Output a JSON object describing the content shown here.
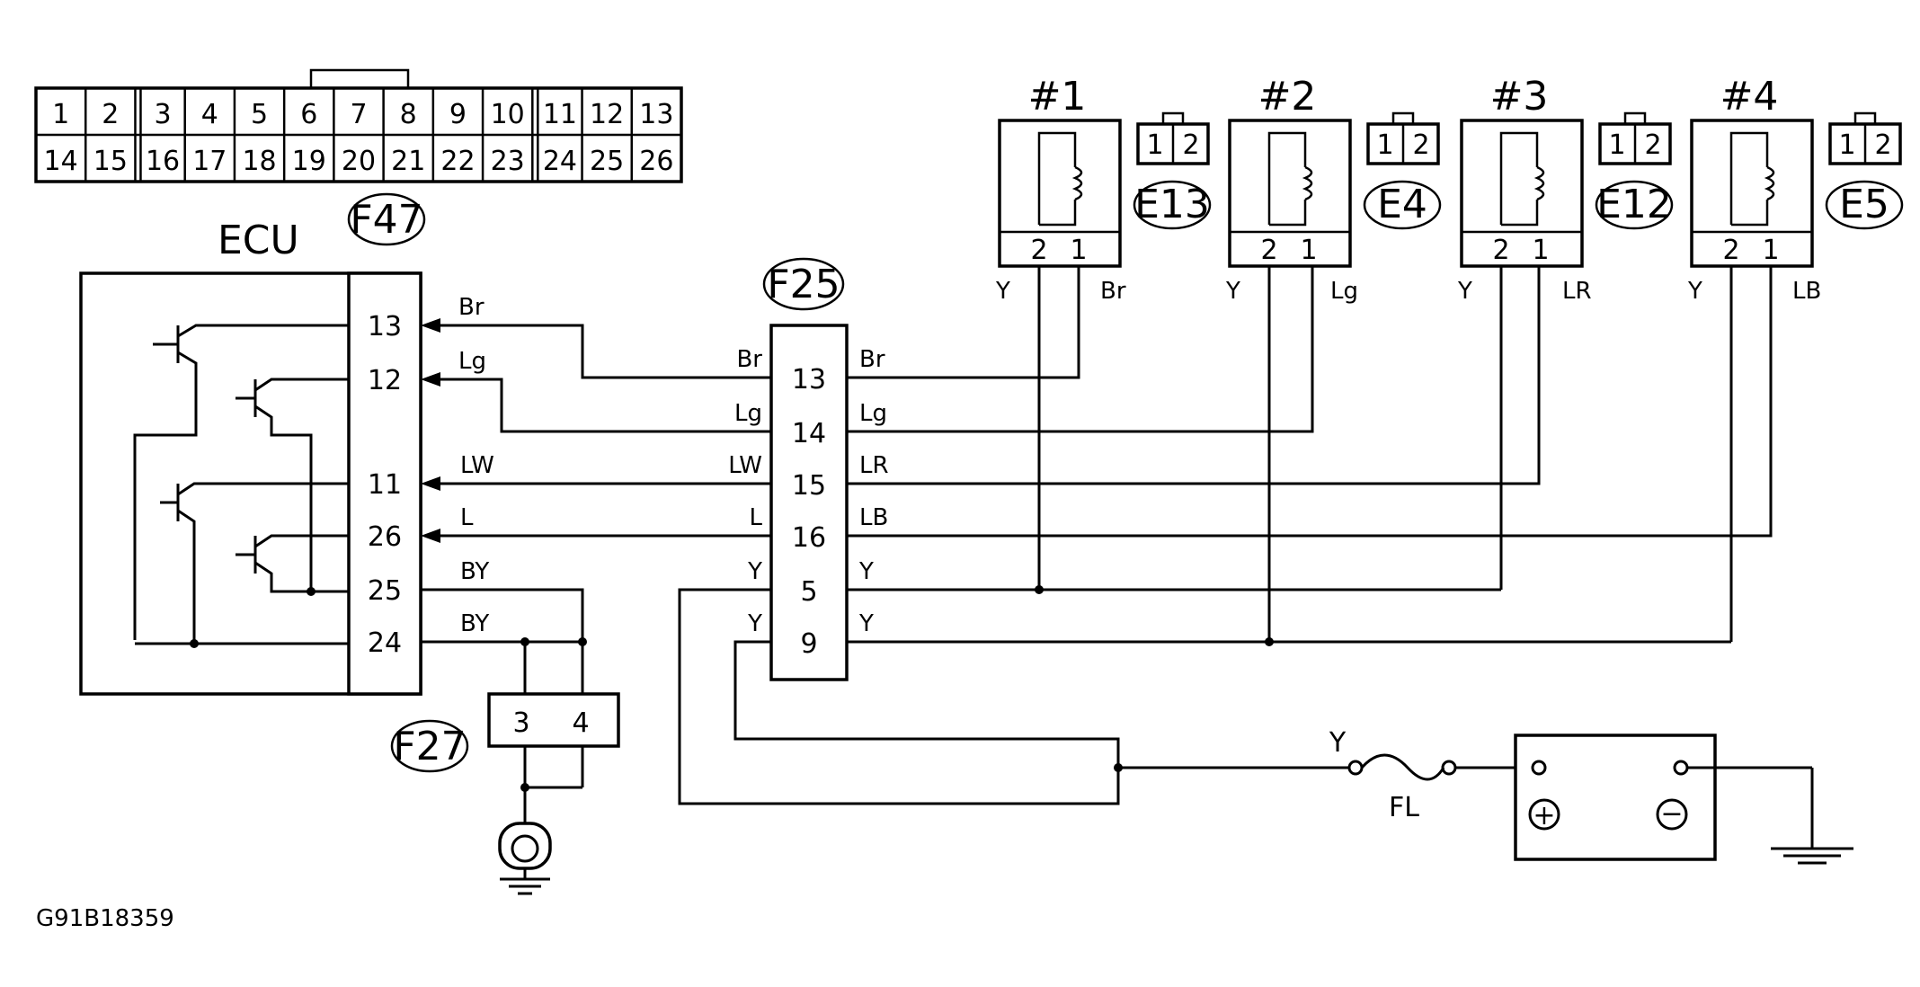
{
  "top_connector": {
    "label": "F47",
    "row1": [
      "1",
      "2",
      "3",
      "4",
      "5",
      "6",
      "7",
      "8",
      "9",
      "10",
      "11",
      "12",
      "13"
    ],
    "row2": [
      "14",
      "15",
      "16",
      "17",
      "18",
      "19",
      "20",
      "21",
      "22",
      "23",
      "24",
      "25",
      "26"
    ]
  },
  "ecu": {
    "title": "ECU",
    "pins": [
      "13",
      "12",
      "11",
      "26",
      "25",
      "24"
    ]
  },
  "ecu_wire_colors": [
    "Br",
    "Lg",
    "LW",
    "L",
    "BY",
    "BY"
  ],
  "mid_connector": {
    "label": "F25",
    "pins": [
      "13",
      "14",
      "15",
      "16",
      "5",
      "9"
    ],
    "left_colors": [
      "Br",
      "Lg",
      "LW",
      "L",
      "Y",
      "Y"
    ],
    "right_colors": [
      "Br",
      "Lg",
      "LR",
      "LB",
      "Y",
      "Y"
    ]
  },
  "ground_connector": {
    "label": "F27",
    "pins": [
      "3",
      "4"
    ]
  },
  "coils": [
    {
      "title": "#1",
      "connector": "E13",
      "pin_left": "2",
      "pin_right": "1",
      "wire_left": "Y",
      "wire_right": "Br",
      "conn_pins": [
        "1",
        "2"
      ]
    },
    {
      "title": "#2",
      "connector": "E4",
      "pin_left": "2",
      "pin_right": "1",
      "wire_left": "Y",
      "wire_right": "Lg",
      "conn_pins": [
        "1",
        "2"
      ]
    },
    {
      "title": "#3",
      "connector": "E12",
      "pin_left": "2",
      "pin_right": "1",
      "wire_left": "Y",
      "wire_right": "LR",
      "conn_pins": [
        "1",
        "2"
      ]
    },
    {
      "title": "#4",
      "connector": "E5",
      "pin_left": "2",
      "pin_right": "1",
      "wire_left": "Y",
      "wire_right": "LB",
      "conn_pins": [
        "1",
        "2"
      ]
    }
  ],
  "fuse": {
    "label": "FL",
    "wire": "Y"
  },
  "battery": {
    "plus": "+",
    "minus": "−"
  },
  "figure_id": "G91B18359"
}
